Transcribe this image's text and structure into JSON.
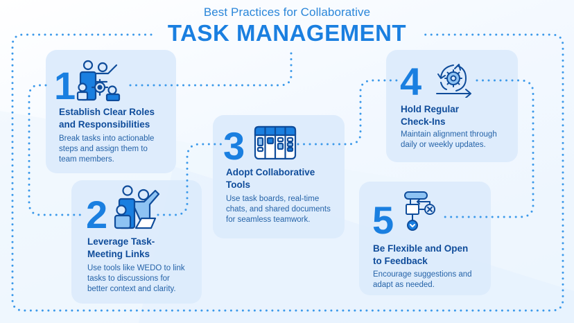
{
  "header": {
    "subtitle": "Best Practices for Collaborative",
    "title": "TASK MANAGEMENT"
  },
  "colors": {
    "accent": "#1a7fe0",
    "dot_path": "#3b99ea",
    "card_bg": "#dcebfc",
    "title_text": "#0f4c9a",
    "body_text": "#2563a8"
  },
  "steps": [
    {
      "number": "1",
      "icon": "team-target-icon",
      "title_line1": "Establish Clear Roles",
      "title_line2": "and Responsibilities",
      "desc_line1": "Break tasks into actionable",
      "desc_line2": "steps and assign them to",
      "desc_line3": "team members."
    },
    {
      "number": "2",
      "icon": "meeting-presentation-icon",
      "title_line1": "Leverage Task-",
      "title_line2": "Meeting Links",
      "desc_line1": "Use tools like WEDO to link",
      "desc_line2": "tasks to discussions for",
      "desc_line3": "better context and clarity."
    },
    {
      "number": "3",
      "icon": "kanban-board-icon",
      "title_line1": "Adopt Collaborative",
      "title_line2": "Tools",
      "desc_line1": "Use task boards, real-time",
      "desc_line2": "chats, and shared documents",
      "desc_line3": "for seamless teamwork."
    },
    {
      "number": "4",
      "icon": "gear-cycle-icon",
      "title_line1": "Hold Regular",
      "title_line2": "Check-Ins",
      "desc_line1": "Maintain alignment through",
      "desc_line2": "daily or weekly updates."
    },
    {
      "number": "5",
      "icon": "flowchart-decision-icon",
      "title_line1": "Be Flexible and Open",
      "title_line2": "to Feedback",
      "desc_line1": "Encourage suggestions and",
      "desc_line2": "adapt as needed."
    }
  ]
}
